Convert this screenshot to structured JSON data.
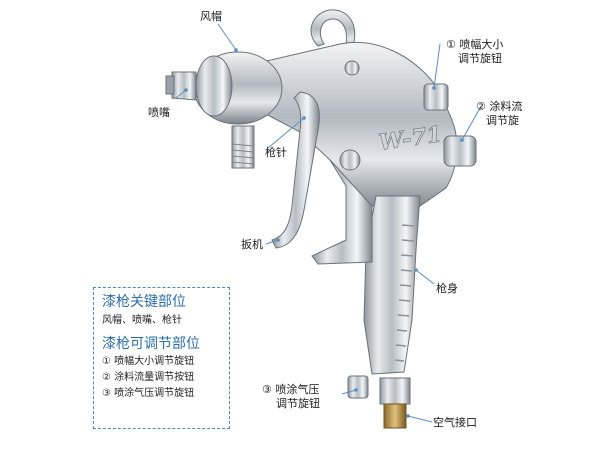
{
  "labels": {
    "wind_cap": "风帽",
    "nozzle": "喷嘴",
    "needle": "枪针",
    "trigger": "扳机",
    "gun_body": "枪身",
    "air_inlet": "空气接口",
    "fan_knob_line1": "① 喷幅大小",
    "fan_knob_line2": "调节旋钮",
    "fluid_knob_line1": "② 涂料流",
    "fluid_knob_line2": "调节旋",
    "pressure_knob_line1": "③ 喷涂气压",
    "pressure_knob_line2": "调节旋钮"
  },
  "gun_mark": "W-71",
  "panel": {
    "title1": "漆枪关键部位",
    "text1": "风帽、喷嘴、枪针",
    "title2": "漆枪可调节部位",
    "items": [
      "① 喷幅大小调节旋钮",
      "② 涂料流量调节按钮",
      "③ 喷涂气压调节旋钮"
    ]
  },
  "colors": {
    "accent": "#2b6ea8",
    "leader": "#5a8fc0",
    "panel_border": "#4d88b8"
  }
}
